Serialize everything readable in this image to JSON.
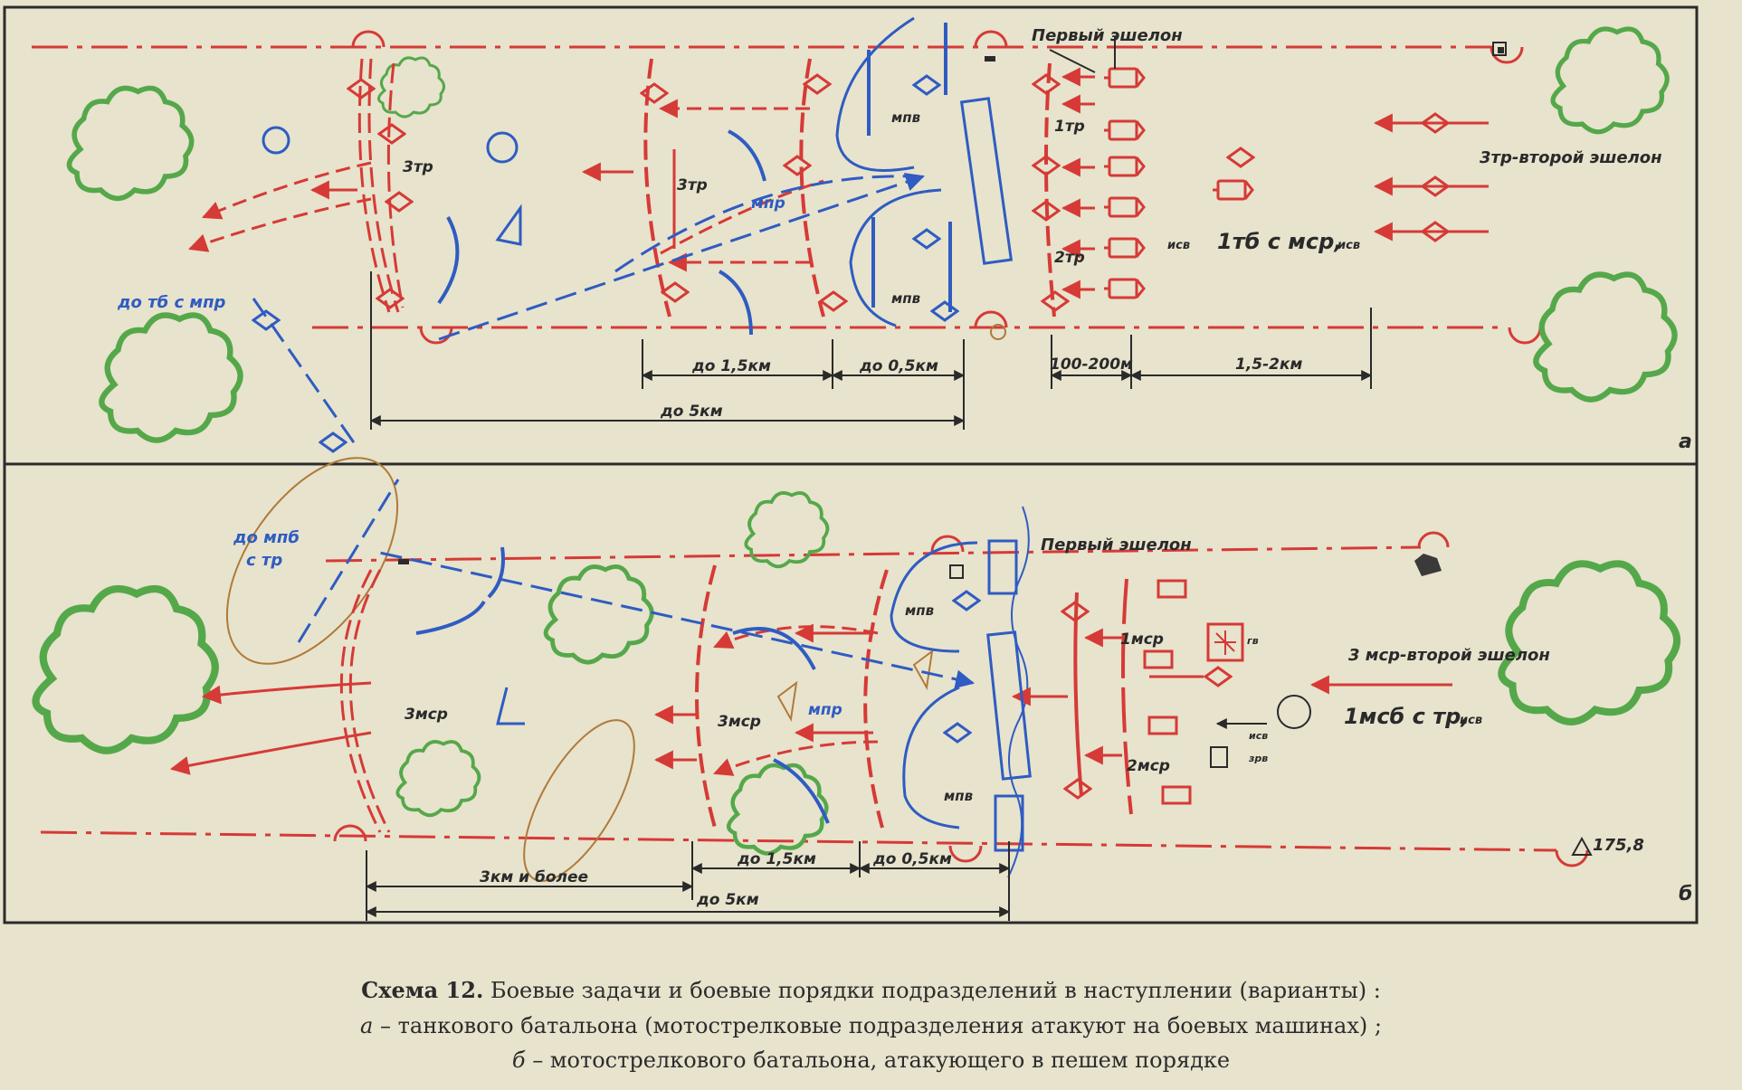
{
  "colors": {
    "paper": "#e7e3cd",
    "frame": "#2b2b2b",
    "own": "#d63a36",
    "enemy": "#2f5cc2",
    "woods": "#55a84a",
    "terrain": "#b07a3a",
    "text": "#2a2a2a"
  },
  "panel_a": {
    "letter": "а",
    "first_echelon": "Первый эшелон",
    "second_echelon": "3тр-второй эшелон",
    "battalion": "1тб с мср,",
    "battalion_sub": "исв",
    "isv_small": "исв",
    "to_tb": "до тб с мпр",
    "labels": {
      "tr1": "1тр",
      "tr2": "2тр",
      "tr3_left": "3тр",
      "tr3_mid": "3тр",
      "mpr": "мпр",
      "mpv_top": "мпв",
      "mpv_bot": "мпв"
    },
    "dims": {
      "d15": "до 1,5км",
      "d05": "до 0,5км",
      "d5": "до 5км",
      "d100": "100-200м",
      "d152": "1,5-2км"
    }
  },
  "panel_b": {
    "letter": "б",
    "first_echelon": "Первый эшелон",
    "second_echelon": "3 мср-второй эшелон",
    "battalion": "1мсб с тр,",
    "battalion_sub": "исв",
    "to_mpb": "до мпб",
    "to_mpb_2": "с тр",
    "labels": {
      "msr1": "1мср",
      "msr2": "2мср",
      "msr3_left": "3мср",
      "msr3_mid": "3мср",
      "mpr": "мпр",
      "mpv_top": "мпв",
      "mpv_bot": "мпв",
      "gv": "гв",
      "isv": "исв",
      "zrv": "зрв"
    },
    "elevation": "175,8",
    "dims": {
      "d3": "3км и более",
      "d15": "до 1,5км",
      "d05": "до 0,5км",
      "d5": "до 5км"
    }
  },
  "caption": {
    "title_bold": "Схема 12.",
    "title_rest": " Боевые задачи и боевые порядки подразделений в наступлении (варианты) :",
    "line2_letter": "а",
    "line2_rest": " – танкового батальона (мотострелковые подразделения атакуют на боевых машинах) ;",
    "line3_letter": "б",
    "line3_rest": " – мотострелкового батальона, атакующего в пешем порядке"
  }
}
